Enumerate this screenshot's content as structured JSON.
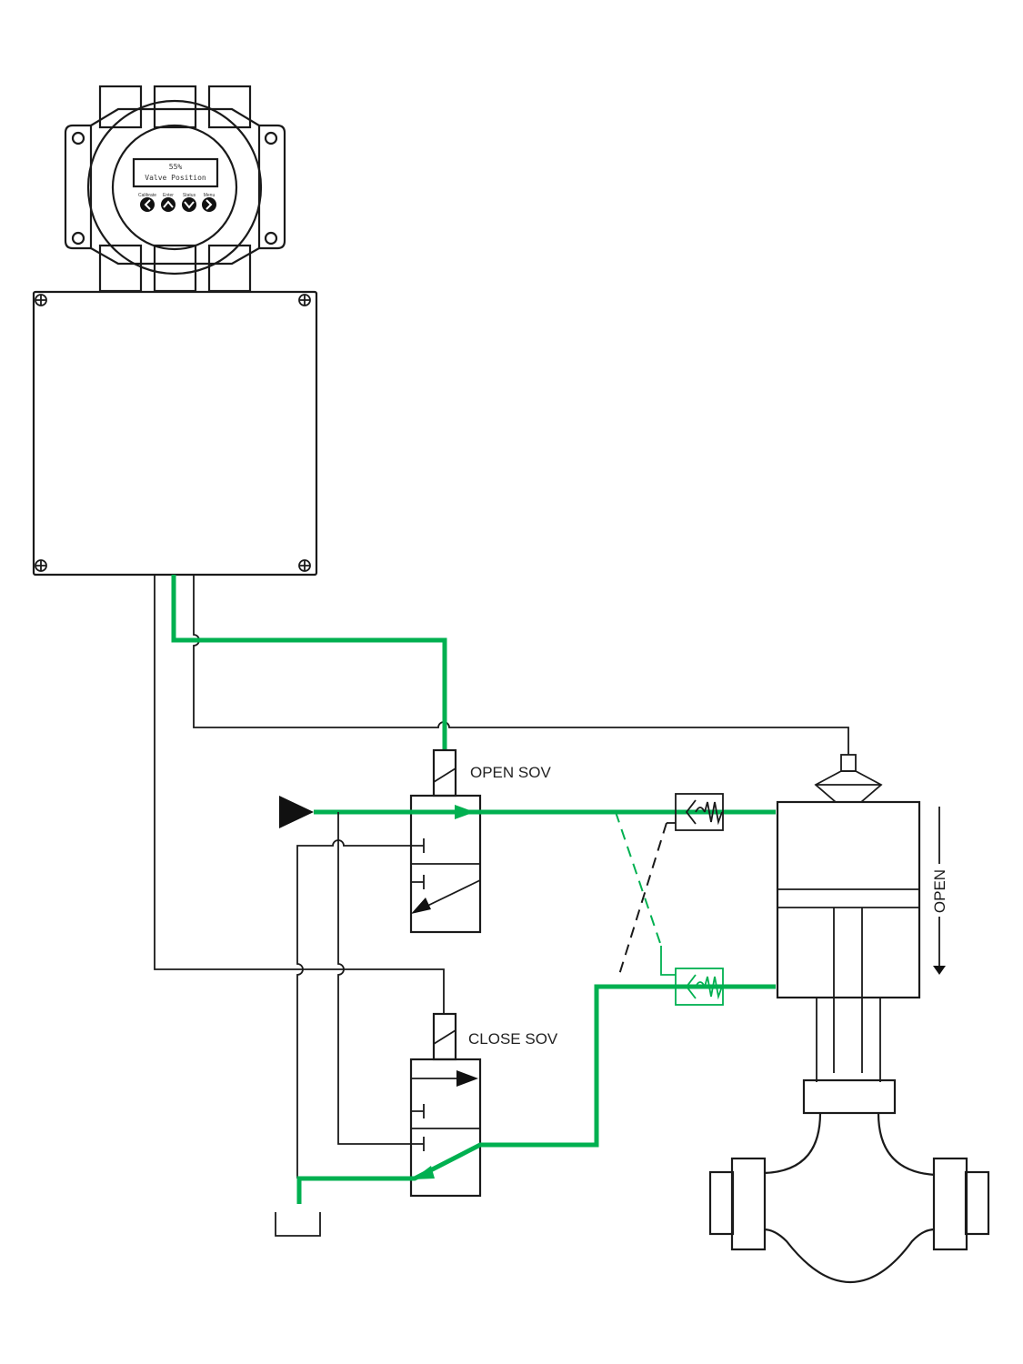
{
  "diagram": {
    "title": "Valve positioner with open/close solenoid valves",
    "colors": {
      "active_flow": "#00b050",
      "line": "#1a1a1a",
      "background": "#ffffff"
    },
    "positioner": {
      "display_value": "55%",
      "display_label": "Valve Position",
      "buttons": [
        {
          "label": "Calibrate",
          "icon": "arrow-left-icon"
        },
        {
          "label": "Enter",
          "icon": "arrow-up-icon"
        },
        {
          "label": "Status",
          "icon": "arrow-down-icon"
        },
        {
          "label": "Menu",
          "icon": "arrow-right-icon"
        }
      ]
    },
    "solenoids": {
      "open_label": "OPEN SOV",
      "close_label": "CLOSE SOV"
    },
    "actuator": {
      "direction_label": "OPEN"
    }
  }
}
